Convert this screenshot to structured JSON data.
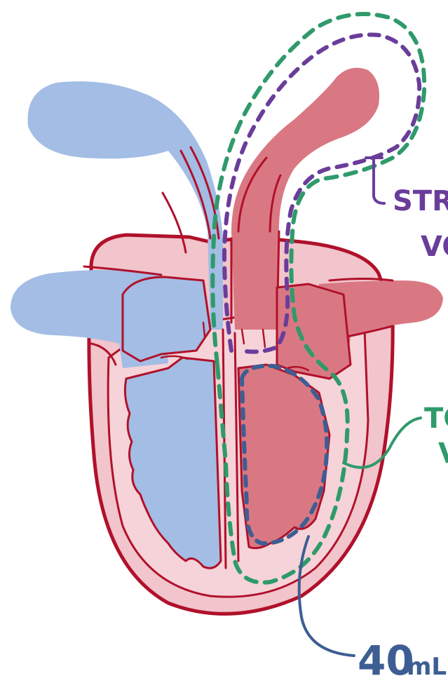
{
  "diagram": {
    "labels": {
      "stroke_volume_line1": "STRO",
      "stroke_volume_line2": "VO",
      "total_volume_line1": "TO",
      "total_volume_line2": "V",
      "residual_volume": "40",
      "residual_volume_unit": "mL"
    },
    "colors": {
      "deoxygenated_blood": "#a3bde5",
      "oxygenated_blood": "#d97883",
      "heart_wall": "#f2c4cb",
      "outline": "#b0112a",
      "stroke_volume_purple": "#6a3d9a",
      "total_volume_green": "#2f9a6a",
      "residual_volume_blue": "#3d5e93"
    }
  }
}
